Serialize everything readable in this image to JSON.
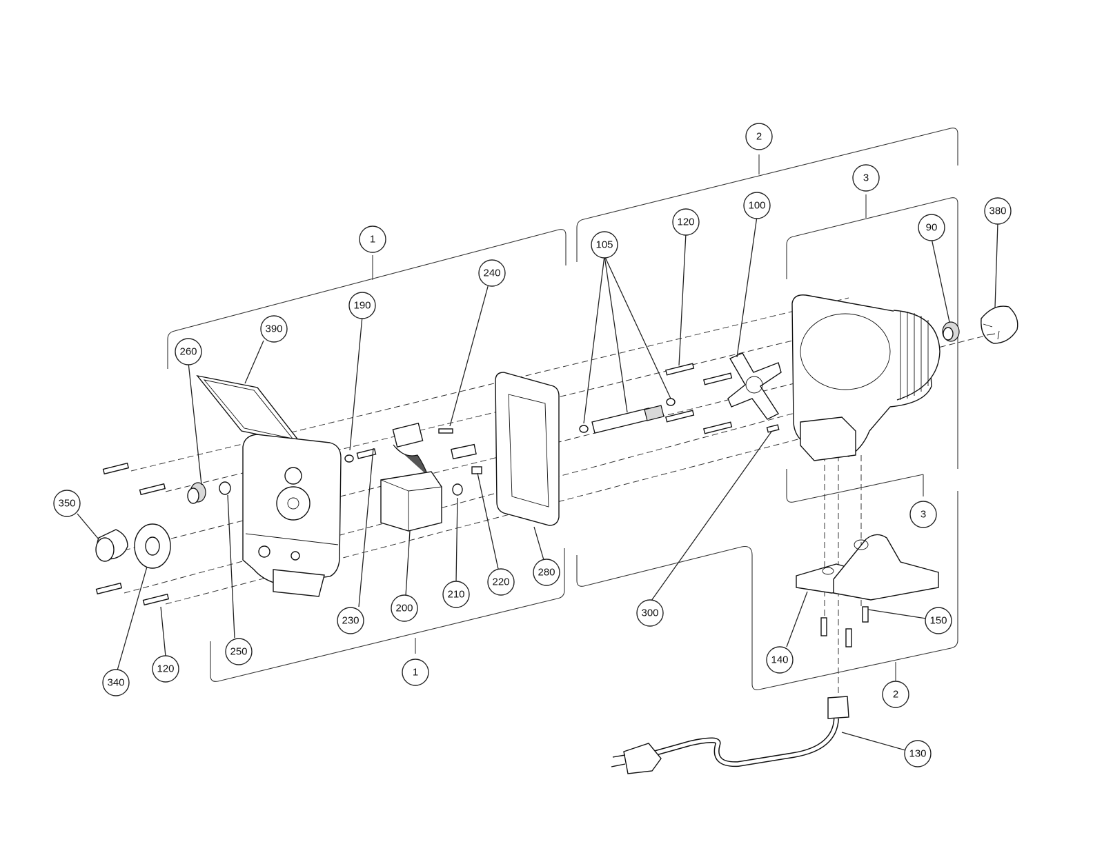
{
  "callouts": [
    {
      "label": "1"
    },
    {
      "label": "1"
    },
    {
      "label": "2"
    },
    {
      "label": "2"
    },
    {
      "label": "3"
    },
    {
      "label": "3"
    },
    {
      "label": "90"
    },
    {
      "label": "100"
    },
    {
      "label": "105"
    },
    {
      "label": "120"
    },
    {
      "label": "120"
    },
    {
      "label": "130"
    },
    {
      "label": "140"
    },
    {
      "label": "150"
    },
    {
      "label": "190"
    },
    {
      "label": "200"
    },
    {
      "label": "210"
    },
    {
      "label": "220"
    },
    {
      "label": "230"
    },
    {
      "label": "240"
    },
    {
      "label": "250"
    },
    {
      "label": "260"
    },
    {
      "label": "280"
    },
    {
      "label": "300"
    },
    {
      "label": "340"
    },
    {
      "label": "350"
    },
    {
      "label": "380"
    },
    {
      "label": "390"
    }
  ],
  "colors": {
    "line": "#111111",
    "fill": "#ffffff",
    "shade": "#d9d9d9"
  }
}
